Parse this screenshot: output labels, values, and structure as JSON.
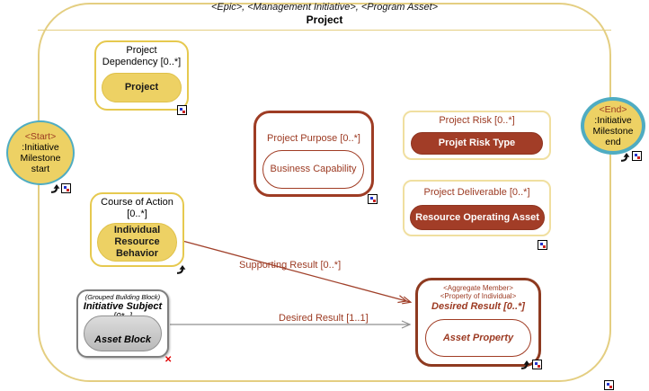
{
  "colors": {
    "gold_fill": "#EDD164",
    "gold_border": "#E6C94F",
    "frame_border": "#E4CE81",
    "pale_gold_border": "#F0DFA0",
    "maroon_text": "#9C3A22",
    "maroon_fill": "#A23D27",
    "teal_border": "#4FACC2",
    "gray_border": "#7F7F7F",
    "gray_fill": "#C9C9C9",
    "red_cross": "#E00000"
  },
  "frame": {
    "stereotypes": "<Epic>, <Management Initiative>, <Program Asset>",
    "title": "Project"
  },
  "milestones": {
    "start": {
      "stereotype": "<Start>",
      "name": ":Initiative Milestone start"
    },
    "end": {
      "stereotype": "<End>",
      "name": ":Initiative Milestone end"
    }
  },
  "boxes": {
    "project_dependency": {
      "title": "Project Dependency [0..*]",
      "child": "Project"
    },
    "course_of_action": {
      "title": "Course of Action [0..*]",
      "child": "Individual Resource Behavior"
    },
    "project_purpose": {
      "title": "Project Purpose [0..*]",
      "child": "Business Capability"
    },
    "project_risk": {
      "title": "Project Risk [0..*]",
      "child": "Projet Risk Type"
    },
    "project_deliverable": {
      "title": "Project Deliverable [0..*]",
      "child": "Resource Operating Asset"
    },
    "initiative_subject": {
      "note": "(Grouped Building Block)",
      "title": "Initiative Subject",
      "multiplicity": "[0*..]",
      "child": "Asset Block"
    },
    "desired_result": {
      "stereotype1": "<Aggregate Member>",
      "stereotype2": "<Property of Individual>",
      "title": "Desired Result [0..*]",
      "child": "Asset Property"
    }
  },
  "connectors": {
    "supporting_result": {
      "label": "Supporting Result [0..*]"
    },
    "desired_result": {
      "label": "Desired Result [1..1]"
    }
  },
  "icons": {
    "red_cross_glyph": "✕"
  }
}
